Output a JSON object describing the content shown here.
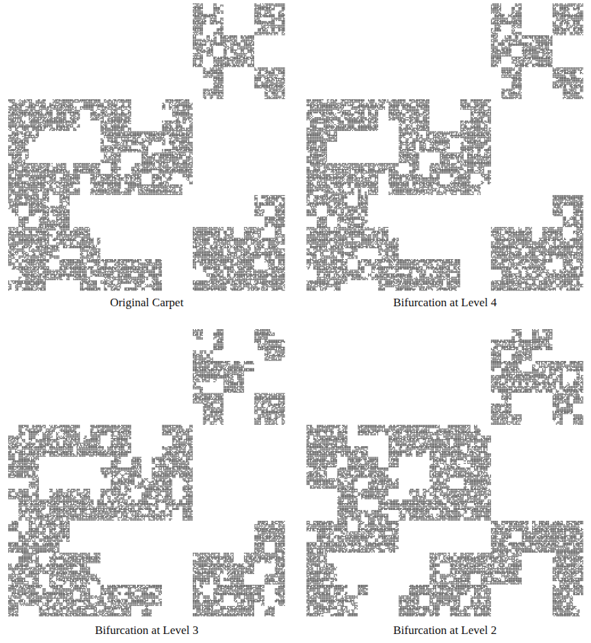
{
  "diagram": {
    "labels": [
      "Original Carpet",
      "Bifurcation at Level 4",
      "Bifurcation at Level 3",
      "Bifurcation at Level 2"
    ]
  }
}
